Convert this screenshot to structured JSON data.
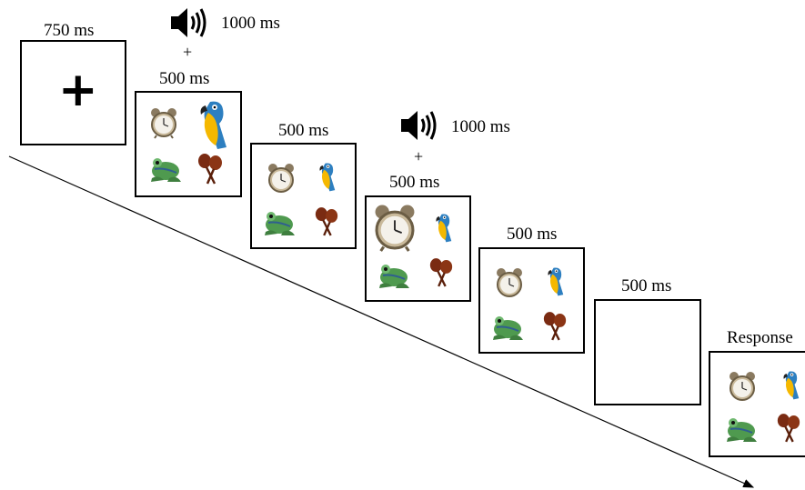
{
  "timeline": {
    "fixation": {
      "label": "750 ms",
      "symbol": "+"
    },
    "audio_1": {
      "duration": "1000 ms",
      "plus": "+",
      "label": "500 ms"
    },
    "display_2": {
      "label": "500 ms"
    },
    "audio_2": {
      "duration": "1000 ms",
      "plus": "+",
      "label": "500 ms"
    },
    "display_4": {
      "label": "500 ms"
    },
    "blank": {
      "label": "500 ms"
    },
    "response": {
      "label": "Response"
    }
  },
  "icons": [
    "speaker-icon",
    "alarm-clock-icon",
    "parrot-icon",
    "frog-icon",
    "maracas-icon",
    "fixation-cross-icon"
  ],
  "colors": {
    "line": "#000000",
    "background": "#ffffff"
  }
}
